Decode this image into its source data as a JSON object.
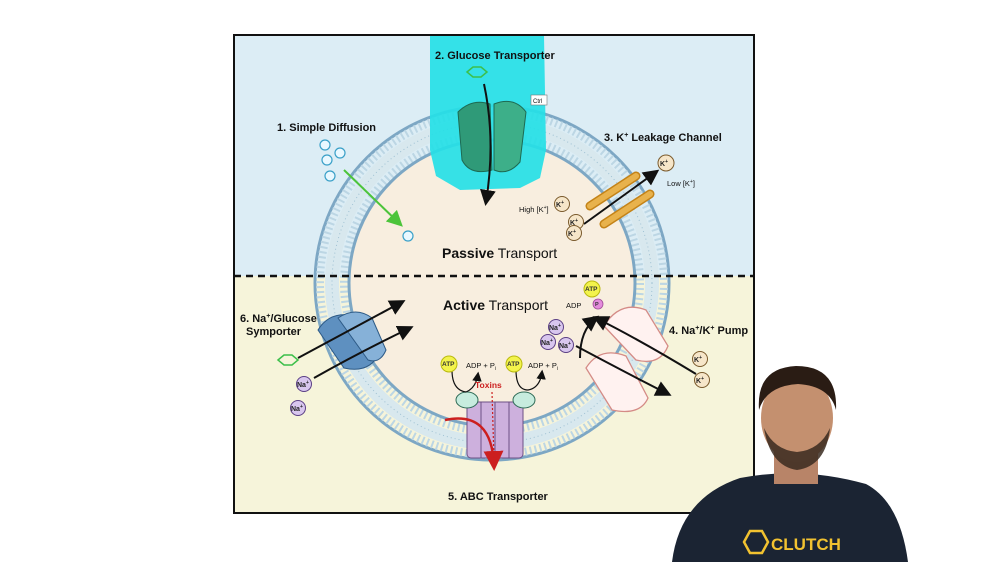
{
  "diagram": {
    "labels": {
      "simple_diffusion": "1. Simple Diffusion",
      "glucose_transporter": "2. Glucose Transporter",
      "k_leakage_prefix": "3. K",
      "k_leakage_suffix": " Leakage Channel",
      "na_k_pump_prefix": "4. Na",
      "na_k_pump_mid": "/K",
      "na_k_pump_suffix": " Pump",
      "abc_transporter": "5. ABC Transporter",
      "symporter_line1_prefix": "6. Na",
      "symporter_line1_suffix": "/Glucose",
      "symporter_line2": "Symporter"
    },
    "sections": {
      "passive_bold": "Passive",
      "passive_rest": " Transport",
      "active_bold": "Active",
      "active_rest": " Transport"
    },
    "concentrations": {
      "high_k": "High [K",
      "low_k": "Low [K",
      "close": "]"
    },
    "ions": {
      "k": "K",
      "na": "Na",
      "plus": "+"
    },
    "energy": {
      "atp": "ATP",
      "adp": "ADP",
      "adp_pi": "ADP + P",
      "pi_sub": "i",
      "pi": "P",
      "toxins": "Toxins"
    },
    "tooltip": "Ctrl"
  },
  "presenter": {
    "shirt_text": "CLUTCH"
  },
  "colors": {
    "passive_bg": "#dcedf5",
    "active_bg": "#f6f4da",
    "membrane": "#7da7c4",
    "highlight": "#25e0e6",
    "glucose_transporter": "#2f9a78",
    "k_channel": "#e0a83a",
    "abc": "#cdb0dd",
    "toxin_arrow": "#cc1f1f",
    "diffusion_arrow": "#4cc43a"
  }
}
